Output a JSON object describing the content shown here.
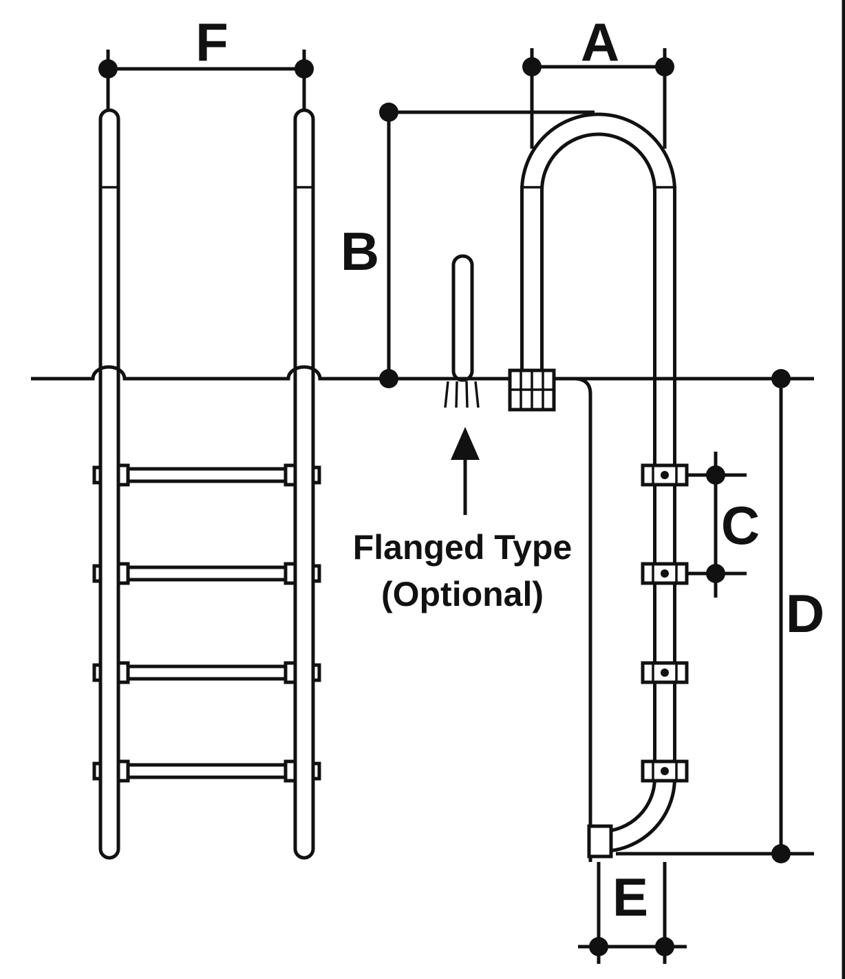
{
  "diagram": {
    "dimension_labels": {
      "f": "F",
      "a": "A",
      "b": "B",
      "c": "C",
      "d": "D",
      "e": "E"
    },
    "callout": {
      "line1": "Flanged Type",
      "line2": "(Optional)"
    },
    "icons": {
      "callout_arrow": "up-arrow"
    },
    "colors": {
      "line": "#111111",
      "background": "#ffffff"
    }
  }
}
